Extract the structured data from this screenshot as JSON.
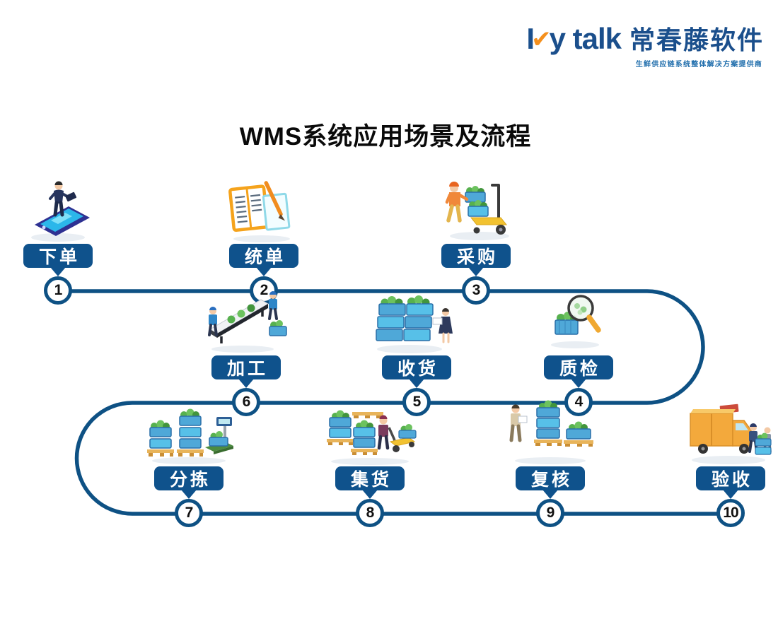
{
  "logo": {
    "brand_prefix": "I",
    "brand_check_icon": "✔",
    "brand_suffix": "y talk",
    "brand_cn": "常春藤软件",
    "tagline": "生鲜供应链系统整体解决方案提供商"
  },
  "title": "WMS系统应用场景及流程",
  "colors": {
    "flow_line_blue": "#0e5184",
    "badge_blue": "#0f528c",
    "logo_blue": "#1b4f8c",
    "tagline_blue": "#1d6cab",
    "accent_orange": "#f5901d",
    "vegetable_green": "#57b14e",
    "basket_blue": "#4fa8d8",
    "pallet_wood": "#e8b45a"
  },
  "steps": [
    {
      "number": "1",
      "label": "下单",
      "icon": "place-order-icon"
    },
    {
      "number": "2",
      "label": "统单",
      "icon": "order-consolidation-icon"
    },
    {
      "number": "3",
      "label": "采购",
      "icon": "purchase-icon"
    },
    {
      "number": "4",
      "label": "质检",
      "icon": "quality-check-icon"
    },
    {
      "number": "5",
      "label": "收货",
      "icon": "receiving-icon"
    },
    {
      "number": "6",
      "label": "加工",
      "icon": "processing-icon"
    },
    {
      "number": "7",
      "label": "分拣",
      "icon": "sorting-icon"
    },
    {
      "number": "8",
      "label": "集货",
      "icon": "goods-consolidation-icon"
    },
    {
      "number": "9",
      "label": "复核",
      "icon": "recheck-icon"
    },
    {
      "number": "10",
      "label": "验收",
      "icon": "acceptance-icon"
    }
  ]
}
